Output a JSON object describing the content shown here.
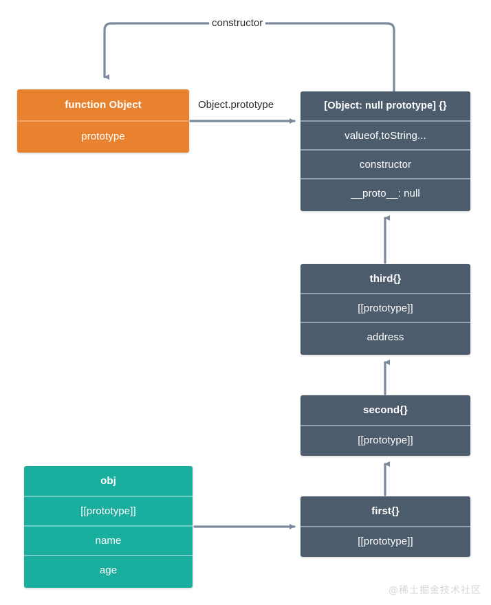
{
  "diagram": {
    "title": "JavaScript prototype chain diagram",
    "background": "#ffffff",
    "colors": {
      "orange": "#E8822F",
      "orange_divider": "#F2A76B",
      "slate": "#4D5C6C",
      "slate_divider": "#90A0B0",
      "teal": "#1AAE9E",
      "teal_divider": "#6FCFC4",
      "arrow": "#7A8A9C",
      "label_text": "#2b2b2b",
      "node_text": "#ffffff",
      "watermark": "#d6d6d6"
    }
  },
  "nodes": {
    "function_object": {
      "header": "function Object",
      "rows": [
        "prototype"
      ]
    },
    "object_null_prototype": {
      "header": "[Object: null prototype] {}",
      "rows": [
        "valueof,toString...",
        "constructor",
        "__proto__: null"
      ]
    },
    "third": {
      "header": "third{}",
      "rows": [
        "[[prototype]]",
        "address"
      ]
    },
    "second": {
      "header": "second{}",
      "rows": [
        "[[prototype]]"
      ]
    },
    "first": {
      "header": "first{}",
      "rows": [
        "[[prototype]]"
      ]
    },
    "obj": {
      "header": "obj",
      "rows": [
        "[[prototype]]",
        "name",
        "age"
      ]
    }
  },
  "edges": {
    "constructor_label": "constructor",
    "object_prototype_label": "Object.prototype"
  },
  "watermark": {
    "text": "@稀土掘金技术社区"
  }
}
